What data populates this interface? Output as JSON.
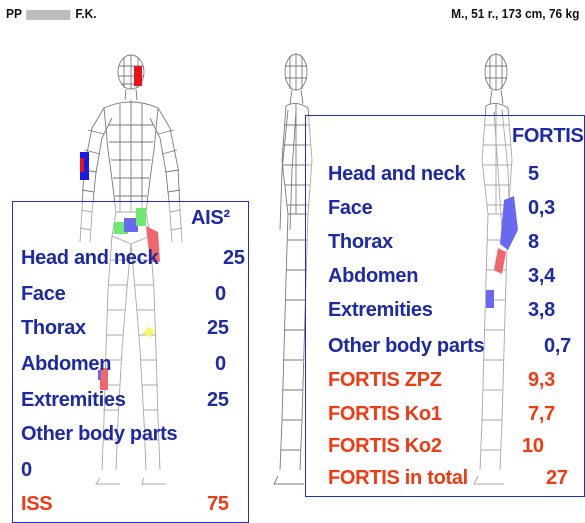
{
  "header": {
    "patient_left": "PP",
    "patient_right": "F.K.",
    "patient_info": "M., 51 r., 173 cm, 76 kg"
  },
  "ais_panel": {
    "heading": "AIS²",
    "rows": [
      {
        "label": "Head and neck",
        "value": "25"
      },
      {
        "label": "Face",
        "value": "0"
      },
      {
        "label": "Thorax",
        "value": "25"
      },
      {
        "label": "Abdomen",
        "value": "0"
      },
      {
        "label": "Extremities",
        "value": "25"
      },
      {
        "label": "Other body parts",
        "value": "0"
      }
    ],
    "total": {
      "label": "ISS",
      "value": "75"
    }
  },
  "fortis_panel": {
    "heading": "FORTIS",
    "rows": [
      {
        "label": "Head and neck",
        "value": "5"
      },
      {
        "label": "Face",
        "value": "0,3"
      },
      {
        "label": "Thorax",
        "value": "8"
      },
      {
        "label": "Abdomen",
        "value": "3,4"
      },
      {
        "label": "Extremities",
        "value": "3,8"
      },
      {
        "label": "Other body parts",
        "value": "0,7"
      }
    ],
    "totals": [
      {
        "label": "FORTIS ZPZ",
        "value": "9,3"
      },
      {
        "label": "FORTIS Ko1",
        "value": "7,7"
      },
      {
        "label": "FORTIS Ko2",
        "value": "10"
      },
      {
        "label": "FORTIS in total",
        "value": "27"
      }
    ]
  },
  "colors": {
    "text_blue": "#1d2aa8",
    "text_red": "#ef3a12",
    "panel_border": "#1f2fbf",
    "injury_red": "#e8141c",
    "injury_blue": "#1a1ae8",
    "injury_green": "#22dd22",
    "injury_yellow": "#f2f21a"
  }
}
